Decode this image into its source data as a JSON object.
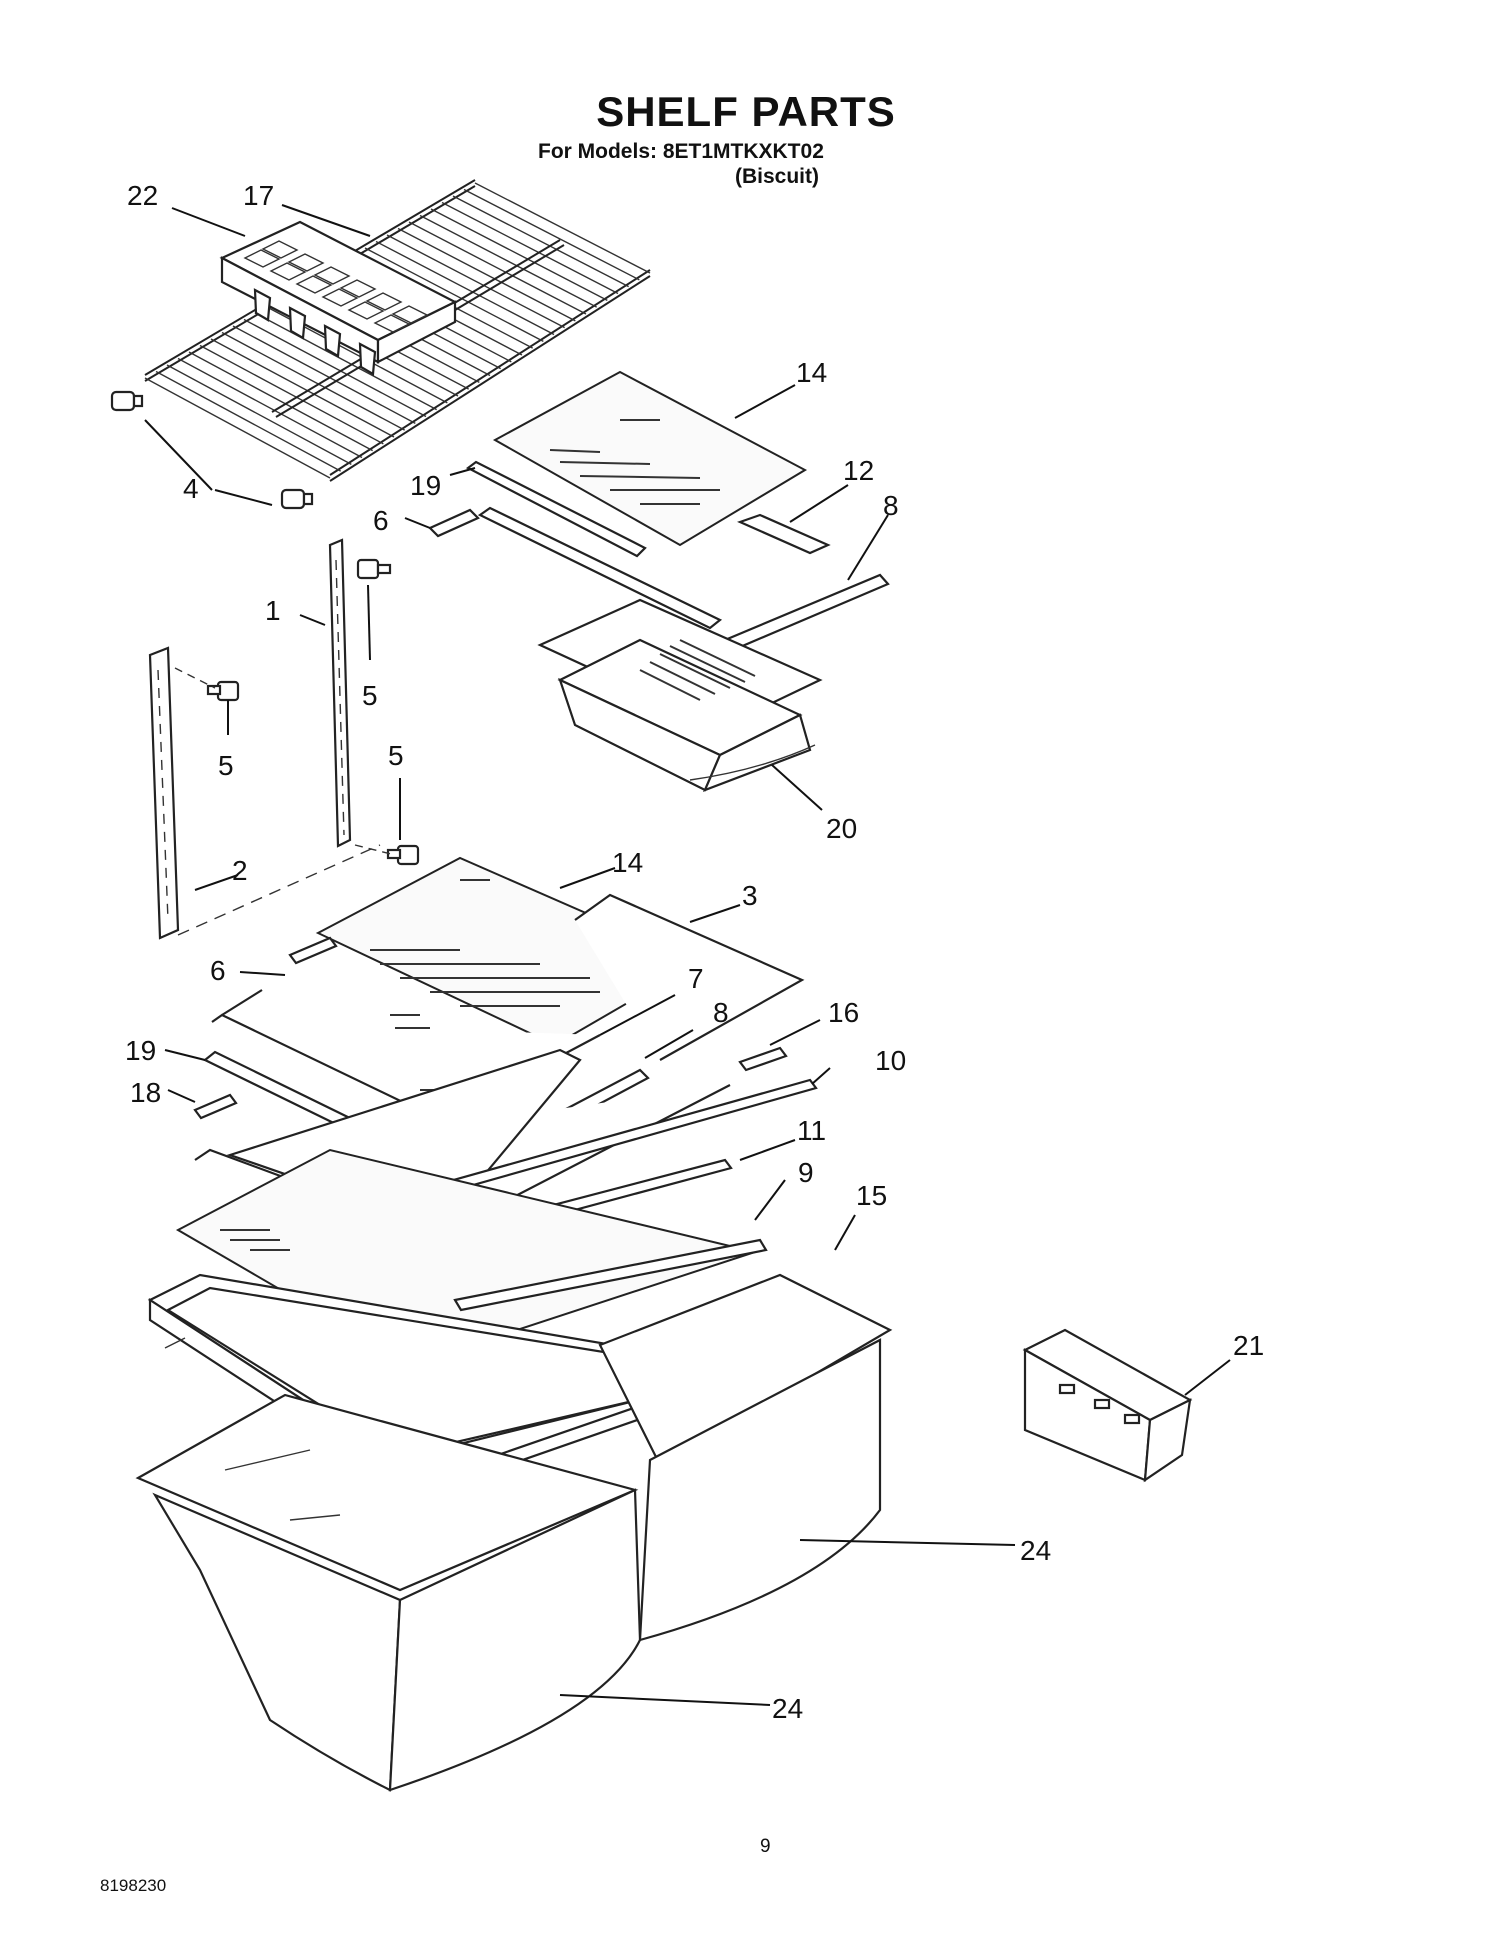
{
  "header": {
    "title": "SHELF PARTS",
    "models_line": "For Models: 8ET1MTKXKT02",
    "finish": "(Biscuit)"
  },
  "footer": {
    "page_number": "9",
    "document_number": "8198230"
  },
  "callouts": {
    "c22": "22",
    "c17": "17",
    "c14a": "14",
    "c4a": "4",
    "c19a": "19",
    "c12": "12",
    "c6a": "6",
    "c8a": "8",
    "c1": "1",
    "c5a": "5",
    "c5b": "5",
    "c5c": "5",
    "c20": "20",
    "c2": "2",
    "c14b": "14",
    "c3": "3",
    "c6b": "6",
    "c7": "7",
    "c8b": "8",
    "c16": "16",
    "c19b": "19",
    "c10": "10",
    "c18": "18",
    "c11": "11",
    "c9": "9",
    "c15": "15",
    "c21": "21",
    "c24a": "24",
    "c24b": "24"
  }
}
